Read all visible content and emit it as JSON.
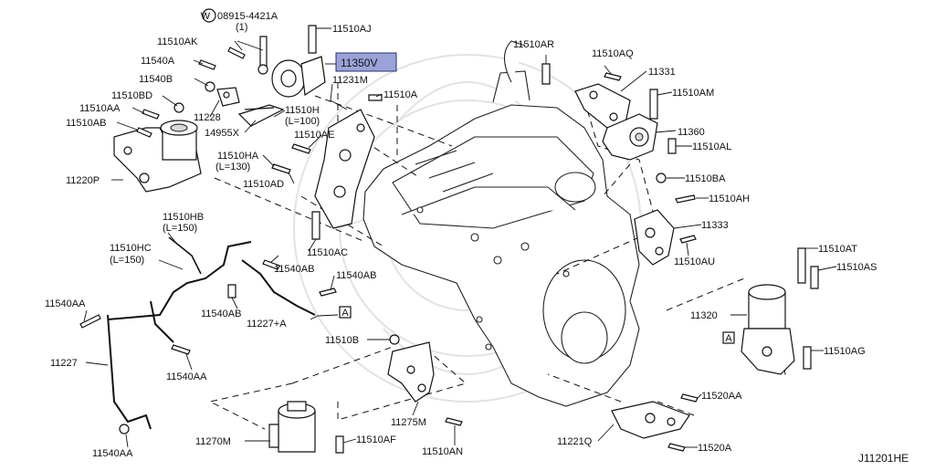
{
  "diagram": {
    "diagram_id": "J11201HE",
    "labels": {
      "l_08915": "08915-4421A",
      "l_08915_qty": "(1)",
      "l_11510AJ": "11510AJ",
      "l_11510AK": "11510AK",
      "l_11540A": "11540A",
      "l_11350V": "11350V",
      "l_11540B": "11540B",
      "l_11231M": "11231M",
      "l_11510A_top": "11510A",
      "l_11510BD": "11510BD",
      "l_11510AA": "11510AA",
      "l_11510AB": "11510AB",
      "l_11228": "11228",
      "l_11510H": "11510H",
      "l_11510H_len": "(L=100)",
      "l_14955X": "14955X",
      "l_11510AE": "11510AE",
      "l_11510HA": "11510HA",
      "l_11510HA_len": "(L=130)",
      "l_11220P": "11220P",
      "l_11510AD": "11510AD",
      "l_11510HB": "11510HB",
      "l_11510HB_len": "(L=150)",
      "l_11510HC": "11510HC",
      "l_11510HC_len": "(L=150)",
      "l_11510AC": "11510AC",
      "l_11540AB_1": "11540AB",
      "l_11540AB_2": "11540AB",
      "l_11540AA_1": "11540AA",
      "l_11540AB_3": "11540AB",
      "l_11227A": "11227+A",
      "l_boxA_1": "A",
      "l_11227": "11227",
      "l_11540AA_2": "11540AA",
      "l_11510B": "11510B",
      "l_11275M": "11275M",
      "l_11270M": "11270M",
      "l_11510AF": "11510AF",
      "l_11540AA_3": "11540AA",
      "l_11510AN": "11510AN",
      "l_11510AR": "11510AR",
      "l_11510AQ": "11510AQ",
      "l_11331": "11331",
      "l_11510AM": "11510AM",
      "l_11360": "11360",
      "l_11510AL": "11510AL",
      "l_11510BA": "11510BA",
      "l_11510AH": "11510AH",
      "l_11333": "11333",
      "l_11510AU": "11510AU",
      "l_11510AT": "11510AT",
      "l_11510AS": "11510AS",
      "l_11320": "11320",
      "l_boxA_2": "A",
      "l_11510AG": "11510AG",
      "l_11520AA": "11520AA",
      "l_11221Q": "11221Q",
      "l_11520A": "11520A",
      "l_W": "W"
    },
    "highlighted_part": "11350V",
    "colors": {
      "highlight": "#9aa3d8",
      "line": "#111111",
      "watermark": "#e2e2e2"
    }
  }
}
